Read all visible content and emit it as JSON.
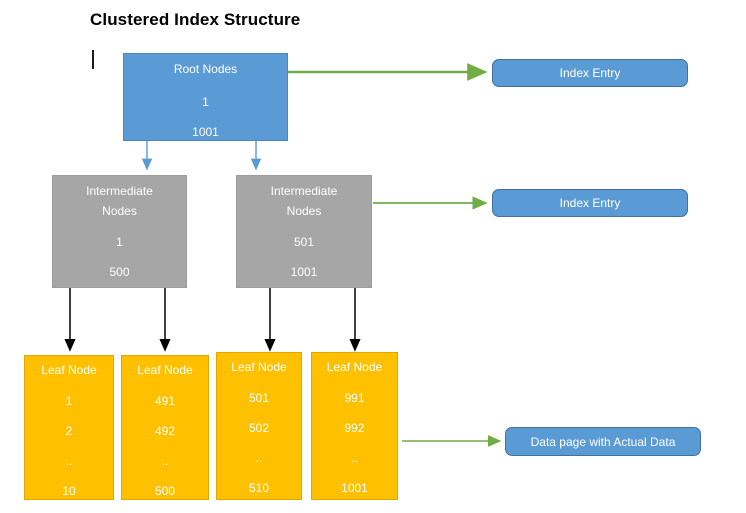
{
  "title": "Clustered Index Structure",
  "colors": {
    "root_fill": "#5B9BD5",
    "intermediate_fill": "#A6A6A6",
    "leaf_fill": "#FFC000",
    "pill_fill": "#5B9BD5",
    "pill_border": "#41719C",
    "green_arrow": "#70AD47",
    "blue_arrow": "#5B9BD5",
    "black_arrow": "#000000",
    "title_text": "#000000",
    "node_text": "#FFFFFF"
  },
  "root": {
    "label": "Root Nodes",
    "values": [
      "1",
      "1001"
    ]
  },
  "intermediate": [
    {
      "label_line1": "Intermediate",
      "label_line2": "Nodes",
      "values": [
        "1",
        "500"
      ]
    },
    {
      "label_line1": "Intermediate",
      "label_line2": "Nodes",
      "values": [
        "501",
        "1001"
      ]
    }
  ],
  "leaves": [
    {
      "label": "Leaf Node",
      "values": [
        "1",
        "2",
        "..",
        "10"
      ]
    },
    {
      "label": "Leaf Node",
      "values": [
        "491",
        "492",
        "..",
        "500"
      ]
    },
    {
      "label": "Leaf Node",
      "values": [
        "501",
        "502",
        "..",
        "510"
      ]
    },
    {
      "label": "Leaf Node",
      "values": [
        "991",
        "992",
        "..",
        "1001"
      ]
    }
  ],
  "callouts": [
    {
      "label": "Index Entry"
    },
    {
      "label": "Index Entry"
    },
    {
      "label": "Data page with Actual Data"
    }
  ]
}
